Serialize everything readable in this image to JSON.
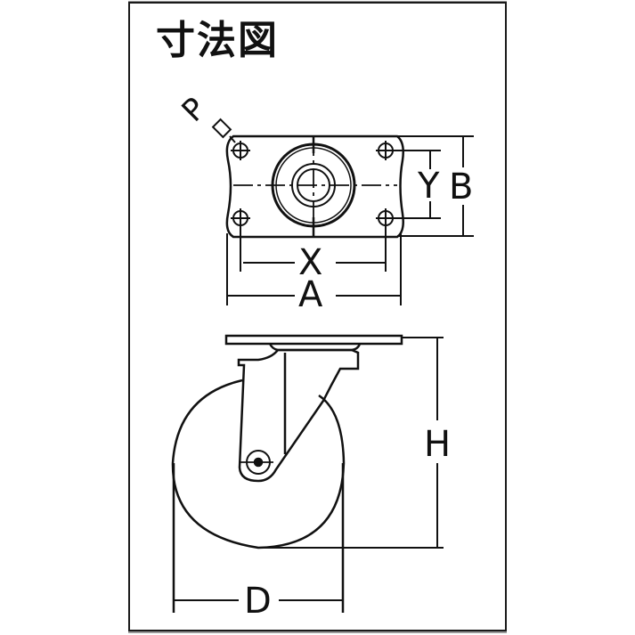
{
  "title": "寸法図",
  "diagram_type": "caster dimension drawing",
  "colors": {
    "line": "#111111",
    "frame_shadow": "#9a9a9a",
    "background": "#ffffff"
  },
  "top_view": {
    "labels": {
      "p": "P",
      "x": "X",
      "y": "Y",
      "a": "A",
      "b": "B"
    }
  },
  "side_view": {
    "labels": {
      "h": "H",
      "d": "D"
    }
  }
}
